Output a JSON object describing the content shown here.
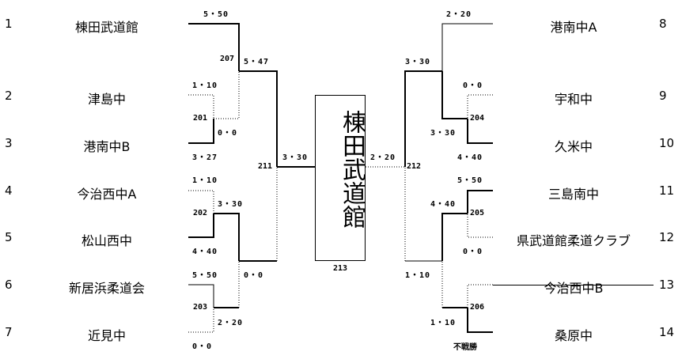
{
  "left_teams": [
    {
      "seed": "1",
      "name": "棟田武道館"
    },
    {
      "seed": "2",
      "name": "津島中"
    },
    {
      "seed": "3",
      "name": "港南中B"
    },
    {
      "seed": "4",
      "name": "今治西中A"
    },
    {
      "seed": "5",
      "name": "松山西中"
    },
    {
      "seed": "6",
      "name": "新居浜柔道会"
    },
    {
      "seed": "7",
      "name": "近見中"
    }
  ],
  "right_teams": [
    {
      "seed": "8",
      "name": "港南中A"
    },
    {
      "seed": "9",
      "name": "宇和中"
    },
    {
      "seed": "10",
      "name": "久米中"
    },
    {
      "seed": "11",
      "name": "三島南中"
    },
    {
      "seed": "12",
      "name": "県武道館柔道クラブ"
    },
    {
      "seed": "13",
      "name": "今治西中B",
      "withdrawn": true
    },
    {
      "seed": "14",
      "name": "桑原中"
    }
  ],
  "matches": {
    "m201": "201",
    "m202": "202",
    "m203": "203",
    "m204": "204",
    "m205": "205",
    "m206": "206",
    "m207": "207",
    "m211": "211",
    "m212": "212",
    "final": "213"
  },
  "scores": {
    "t1_r1": "5・50",
    "m207_win": "5・47",
    "t2_r1": "1・10",
    "m201_win": "0・0",
    "t3_r1": "3・27",
    "m211_left": "3・30",
    "t4_r1": "1・10",
    "m202_win": "3・30",
    "t5_r1": "4・40",
    "m211_low": "0・0",
    "t6_r1": "5・50",
    "t7_r1": "2・20",
    "t7_bottom": "0・0",
    "t8_r1": "2・20",
    "m212_top": "3・30",
    "t9_r1": "0・0",
    "m204_win": "3・30",
    "t10_r1": "4・40",
    "final_right": "2・20",
    "t11_r1": "5・50",
    "m205_win": "4・40",
    "t12_r1": "0・0",
    "m212_low": "1・10",
    "m206_win": "1・10"
  },
  "notes": {
    "walkover": "不戦勝"
  },
  "champion": "棟田武道館"
}
